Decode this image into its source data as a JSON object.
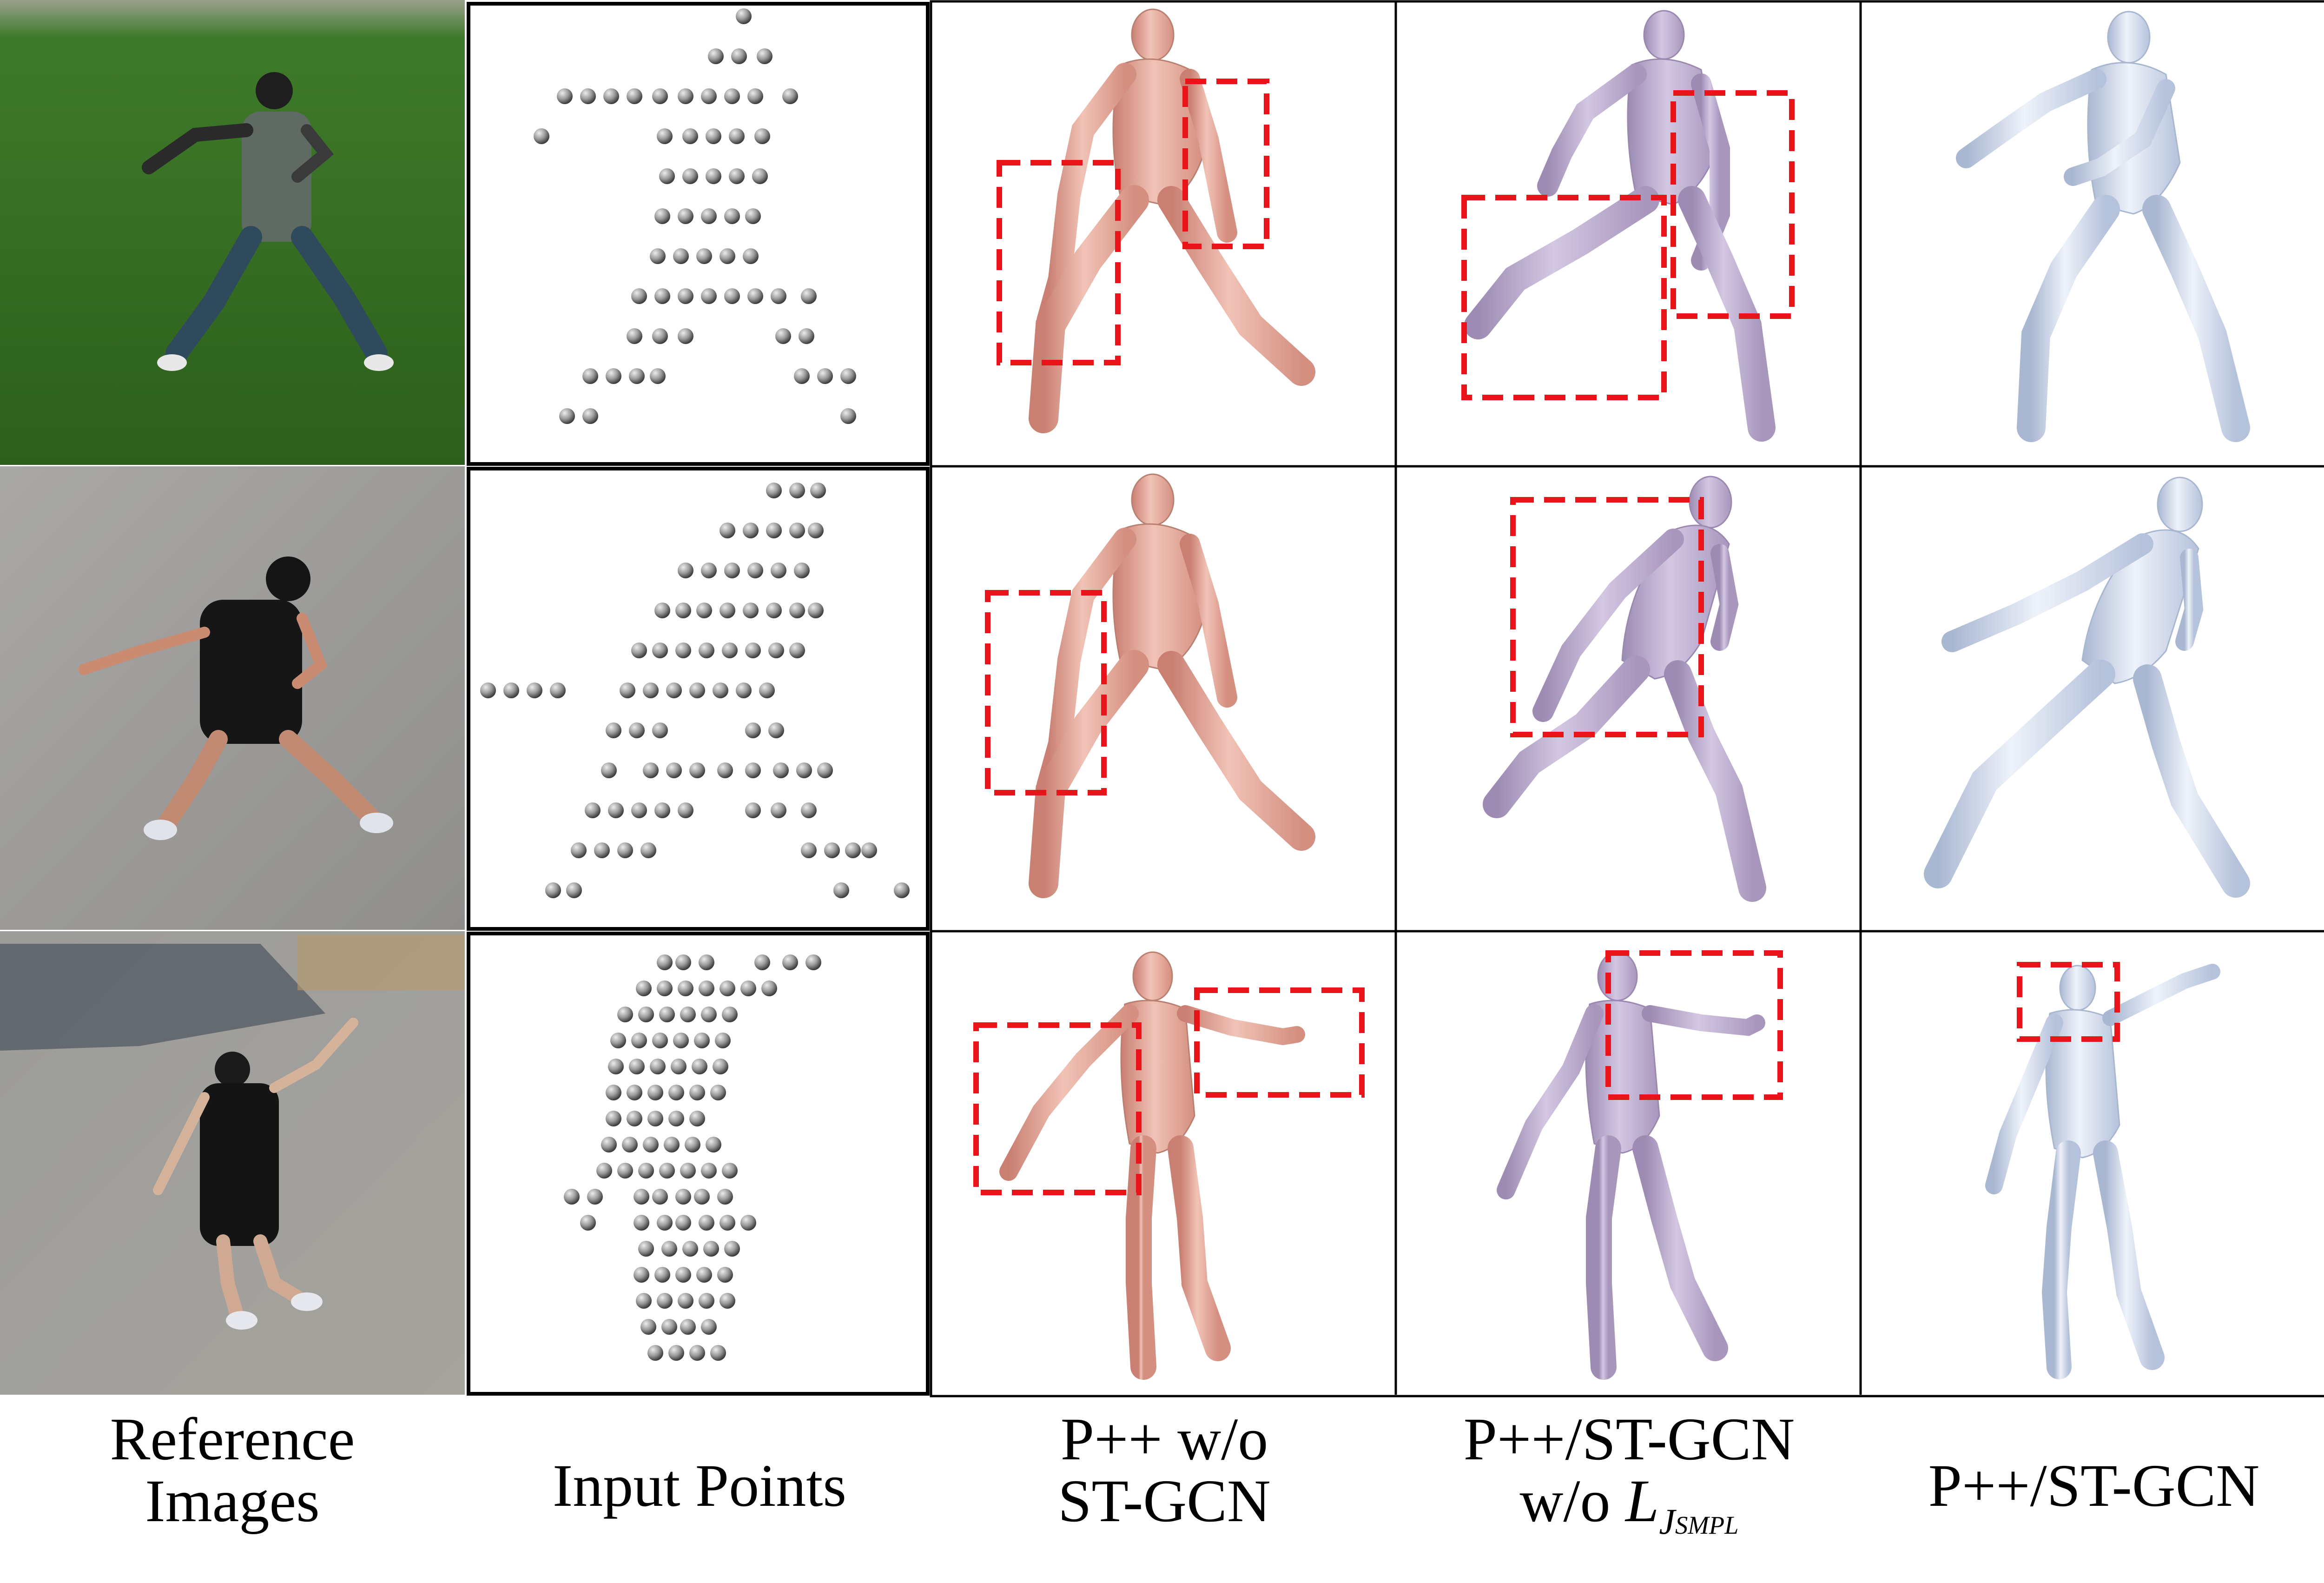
{
  "figure": {
    "columns": [
      {
        "id": "reference",
        "caption_lines": [
          "Reference",
          "Images"
        ]
      },
      {
        "id": "input",
        "caption_lines": [
          "Input Points"
        ]
      },
      {
        "id": "no_stgcn",
        "caption_lines": [
          "P++ w/o",
          "ST-GCN"
        ]
      },
      {
        "id": "no_loss",
        "caption_lines": [
          "P++/ST-GCN",
          "w/o "
        ],
        "caption_math": "L",
        "caption_math_sub": "J",
        "caption_math_subsub": "SMPL"
      },
      {
        "id": "full",
        "caption_lines": [
          "P++/ST-GCN"
        ]
      }
    ],
    "rows": 3,
    "colors": {
      "highlight_box": "#e8141a",
      "mesh_no_stgcn": "#e6a898",
      "mesh_no_loss": "#b7a6c9",
      "mesh_full": "#c4d0e6",
      "point": "#8c8c8c",
      "grass": "#2f6a1e",
      "asphalt": "#9e9c98"
    },
    "icons": [
      "person-photo",
      "point-cloud",
      "human-mesh"
    ]
  }
}
